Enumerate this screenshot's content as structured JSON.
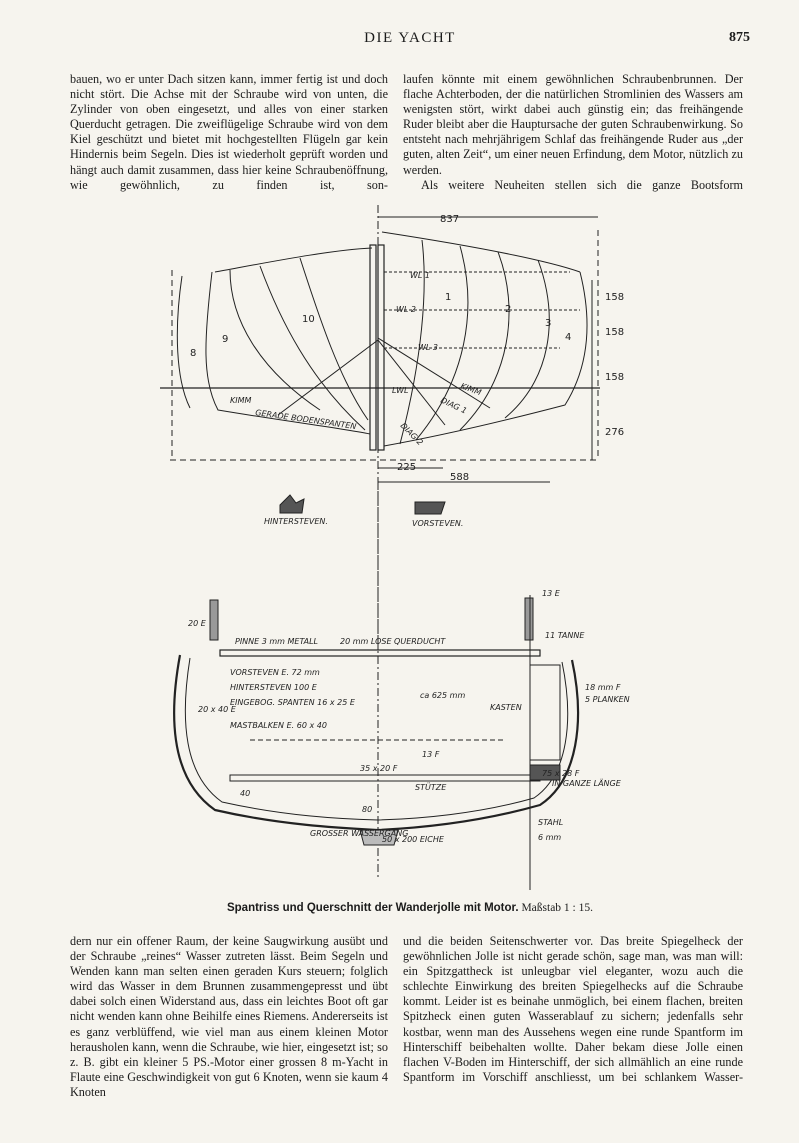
{
  "header": {
    "title": "DIE YACHT",
    "page_number": "875"
  },
  "top_left": [
    "bauen, wo er unter Dach sitzen kann, immer fertig ist und doch nicht stört. Die Achse mit der Schraube wird von unten, die Zylinder von oben eingesetzt, und alles von einer starken Querducht getragen. Die zweiflügelige Schraube wird von dem Kiel geschützt und bietet mit hochgestellten Flügeln gar kein Hindernis beim Segeln. Dies ist wiederholt geprüft worden und hängt auch damit zusammen, dass hier keine Schraubenöffnung, wie gewöhnlich, zu finden ist, son-"
  ],
  "top_right": [
    "laufen könnte mit einem gewöhnlichen Schraubenbrunnen. Der flache Achterboden, der die natürlichen Stromlinien des Wassers am wenigsten stört, wirkt dabei auch günstig ein; das freihängende Ruder bleibt aber die Hauptursache der guten Schraubenwirkung. So entsteht nach mehrjährigem Schlaf das freihängende Ruder aus „der guten, alten Zeit“, um einer neuen Erfindung, dem Motor, nützlich zu werden.",
    "Als weitere Neuheiten stellen sich die ganze Bootsform"
  ],
  "bottom_left": [
    "dern nur ein offener Raum, der keine Saugwirkung ausübt und der Schraube „reines“ Wasser zutreten lässt. Beim Segeln und Wenden kann man selten einen geraden Kurs steuern; folglich wird das Wasser in dem Brunnen zusammengepresst und übt dabei solch einen Widerstand aus, dass ein leichtes Boot oft gar nicht wenden kann ohne Beihilfe eines Riemens. Andererseits ist es ganz verblüffend, wie viel man aus einem kleinen Motor herausholen kann, wenn die Schraube, wie hier, eingesetzt ist; so z. B. gibt ein kleiner 5 PS.-Motor einer grossen 8 m-Yacht in Flaute eine Geschwindigkeit von gut 6 Knoten, wenn sie kaum 4 Knoten"
  ],
  "bottom_right": [
    "und die beiden Seitenschwerter vor. Das breite Spiegelheck der gewöhnlichen Jolle ist nicht gerade schön, sage man, was man will: ein Spitzgattheck ist unleugbar viel eleganter, wozu auch die schlechte Einwirkung des breiten Spiegelhecks auf die Schraube kommt. Leider ist es beinahe unmöglich, bei einem flachen, breiten Spitzheck einen guten Wasserablauf zu sichern; jedenfalls sehr kostbar, wenn man des Aussehens wegen eine runde Spantform im Hinterschiff beibehalten wollte. Daher bekam diese Jolle einen flachen V-Boden im Hinterschiff, der sich allmählich an eine runde Spantform im Vorschiff anschliesst, um bei schlankem Wasser-"
  ],
  "caption": {
    "main": "Spantriss und Querschnitt der Wanderjolle mit Motor.",
    "scale": "Maßstab 1 : 15."
  },
  "drawing": {
    "top_dims": [
      "837",
      "158",
      "158",
      "158",
      "276",
      "225",
      "588"
    ],
    "top_labels": [
      "WL 1",
      "WL 2",
      "WL 3",
      "KIMM",
      "KIMM",
      "LWL",
      "DIAG 1",
      "DIAG 2",
      "GERADE BODENSPANTEN",
      "HINTERSTEVEN.",
      "VORSTEVEN."
    ],
    "station_numbers": [
      "1",
      "2",
      "3",
      "4",
      "10",
      "9",
      "8"
    ],
    "section_labels": [
      "20 mm LOSE QUERDUCHT",
      "PINNE 3 mm METALL",
      "VORSTEVEN E. 72 mm",
      "HINTERSTEVEN 100 E",
      "EINGEBOG. SPANTEN 16 x 25 E",
      "MASTBALKEN E. 60 x 40",
      "ca 625 mm",
      "KASTEN",
      "18 mm F",
      "5 PLANKEN",
      "35 x 20 F",
      "13 F",
      "STÜTZE",
      "75 x 28 F",
      "IN GANZE LÄNGE",
      "GROSSER WASSERGANG",
      "50 x 200 EICHE",
      "13 E",
      "11 TANNE",
      "20 E",
      "20 x 40 E",
      "40",
      "80",
      "6 mm",
      "STAHL"
    ]
  }
}
